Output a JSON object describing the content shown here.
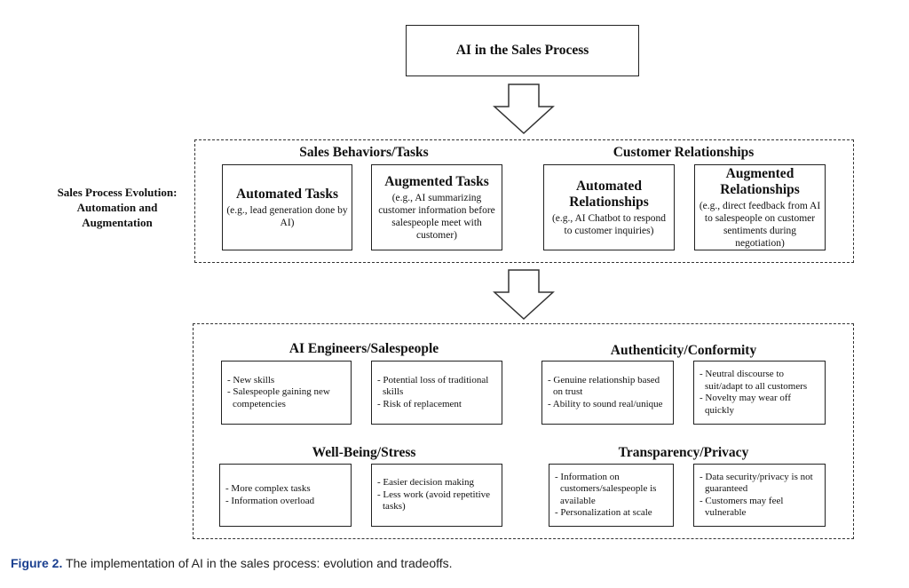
{
  "top": {
    "title": "AI in the Sales Process"
  },
  "evolution": {
    "side_label": "Sales Process Evolution: Automation and Augmentation",
    "groups": [
      {
        "title": "Sales Behaviors/Tasks"
      },
      {
        "title": "Customer Relationships"
      }
    ],
    "boxes": [
      {
        "title": "Automated Tasks",
        "desc": "(e.g., lead generation done by AI)"
      },
      {
        "title": "Augmented Tasks",
        "desc": "(e.g., AI summarizing customer information before salespeople meet with customer)"
      },
      {
        "title": "Automated Relationships",
        "desc": "(e.g., AI Chatbot to respond to customer inquiries)"
      },
      {
        "title": "Augmented Relationships",
        "desc": "(e.g., direct feedback from AI to salespeople on customer sentiments during negotiation)"
      }
    ]
  },
  "tradeoffs": {
    "sections": [
      {
        "title": "AI Engineers/Salespeople",
        "left": [
          "- New skills",
          "- Salespeople gaining new competencies"
        ],
        "right": [
          "- Potential loss of traditional skills",
          "- Risk of replacement"
        ]
      },
      {
        "title": "Authenticity/Conformity",
        "left": [
          "- Genuine relationship based on trust",
          "- Ability to sound real/unique"
        ],
        "right": [
          "- Neutral discourse to suit/adapt to all customers",
          "- Novelty may wear off quickly"
        ]
      },
      {
        "title": "Well-Being/Stress",
        "left": [
          "- More complex tasks",
          "- Information overload"
        ],
        "right": [
          "- Easier decision making",
          "- Less work (avoid repetitive tasks)"
        ]
      },
      {
        "title": "Transparency/Privacy",
        "left": [
          "- Information on customers/salespeople is available",
          "- Personalization at scale"
        ],
        "right": [
          "- Data security/privacy is not guaranteed",
          "- Customers may feel vulnerable"
        ]
      }
    ]
  },
  "caption": {
    "label": "Figure 2.",
    "text": " The implementation of AI in the sales process: evolution and tradeoffs."
  }
}
